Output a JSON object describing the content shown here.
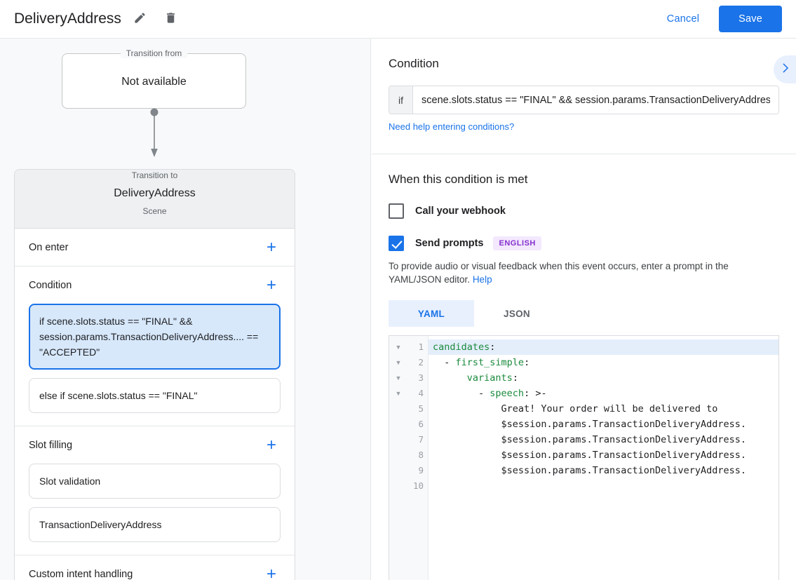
{
  "topbar": {
    "title": "DeliveryAddress",
    "edit_icon": "pencil-icon",
    "delete_icon": "trash-icon",
    "cancel_label": "Cancel",
    "save_label": "Save",
    "accent_color": "#1a73e8"
  },
  "graph": {
    "from_legend": "Transition from",
    "from_value": "Not available",
    "to_legend": "Transition to",
    "to_name": "DeliveryAddress",
    "to_type": "Scene"
  },
  "sections": [
    {
      "title": "On enter",
      "add_label": "+",
      "items": []
    },
    {
      "title": "Condition",
      "add_label": "+",
      "items": [
        {
          "text": "if scene.slots.status == \"FINAL\" && session.params.TransactionDeliveryAddress.... == \"ACCEPTED\"",
          "selected": true
        },
        {
          "text": "else if scene.slots.status == \"FINAL\"",
          "selected": false
        }
      ]
    },
    {
      "title": "Slot filling",
      "add_label": "+",
      "items": [
        {
          "text": "Slot validation",
          "selected": false
        },
        {
          "text": "TransactionDeliveryAddress",
          "selected": false
        }
      ]
    },
    {
      "title": "Custom intent handling",
      "add_label": "+",
      "items": []
    }
  ],
  "condition": {
    "heading": "Condition",
    "expand_icon": "chevron-right-icon",
    "if_label": "if",
    "value": "scene.slots.status == \"FINAL\" && session.params.TransactionDeliveryAddres",
    "help_link": "Need help entering conditions?"
  },
  "when_met": {
    "heading": "When this condition is met",
    "webhook_label": "Call your webhook",
    "webhook_checked": false,
    "prompts_label": "Send prompts",
    "prompts_checked": true,
    "language_badge": "ENGLISH",
    "description": "To provide audio or visual feedback when this event occurs, enter a prompt in the YAML/JSON editor.",
    "help_label": "Help",
    "badge_bg": "#f3e8fd",
    "badge_fg": "#8430ce"
  },
  "editor": {
    "tabs": [
      {
        "label": "YAML",
        "active": true
      },
      {
        "label": "JSON",
        "active": false
      }
    ],
    "line_numbers": [
      "1",
      "2",
      "3",
      "4",
      "5",
      "6",
      "7",
      "8",
      "9",
      "10"
    ],
    "fold_rows": [
      1,
      2,
      3,
      4
    ],
    "highlight_line": 1,
    "lines": [
      {
        "n": 1,
        "key": "candidates",
        "punct": ":",
        "indent": 0,
        "prefix": ""
      },
      {
        "n": 2,
        "key": "first_simple",
        "punct": ":",
        "indent": 2,
        "prefix": "- "
      },
      {
        "n": 3,
        "key": "variants",
        "punct": ":",
        "indent": 6,
        "prefix": ""
      },
      {
        "n": 4,
        "key": "speech",
        "punct": ": >-",
        "indent": 8,
        "prefix": "- "
      },
      {
        "n": 5,
        "plain": "            Great! Your order will be delivered to"
      },
      {
        "n": 6,
        "plain": "            $session.params.TransactionDeliveryAddress."
      },
      {
        "n": 7,
        "plain": "            $session.params.TransactionDeliveryAddress."
      },
      {
        "n": 8,
        "plain": "            $session.params.TransactionDeliveryAddress."
      },
      {
        "n": 9,
        "plain": "            $session.params.TransactionDeliveryAddress."
      },
      {
        "n": 10,
        "plain": ""
      }
    ]
  }
}
